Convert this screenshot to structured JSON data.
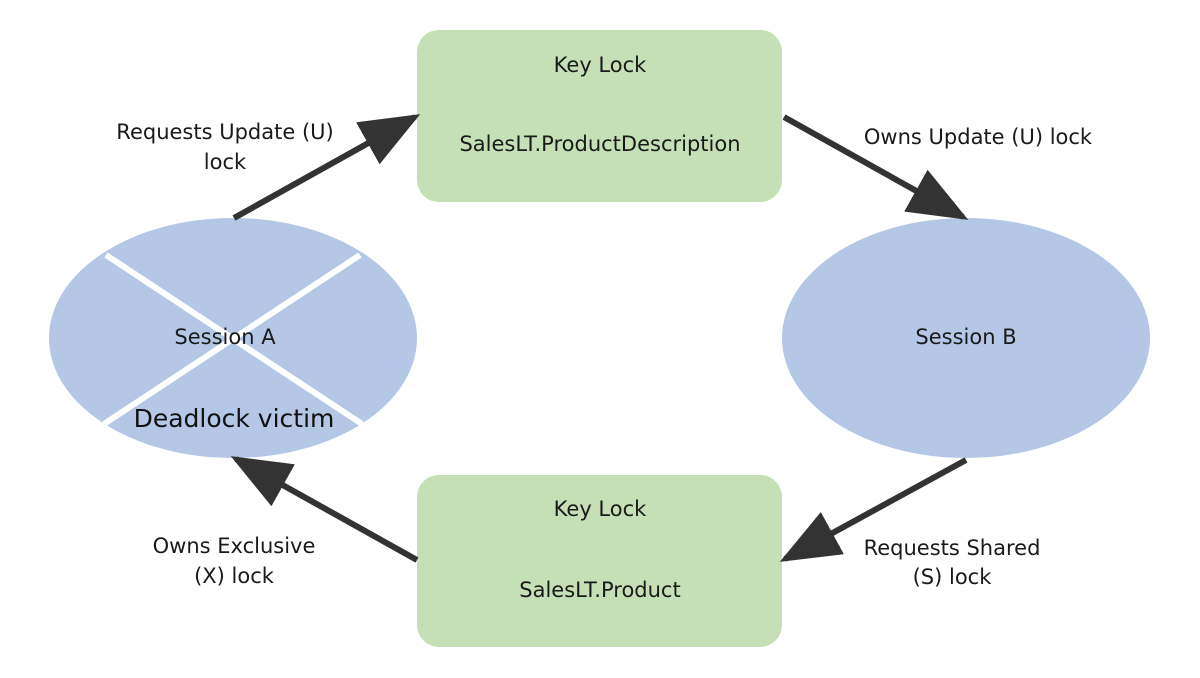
{
  "colors": {
    "lock_fill": "#c5e0b4",
    "session_fill": "#b4c7e7",
    "arrow": "#333333",
    "victim_cross": "#ffffff",
    "text": "#1a1a1a"
  },
  "locks": {
    "top": {
      "title": "Key Lock",
      "resource": "SalesLT.ProductDescription"
    },
    "bottom": {
      "title": "Key Lock",
      "resource": "SalesLT.Product"
    }
  },
  "sessions": {
    "a": {
      "label": "Session A",
      "status": "Deadlock victim"
    },
    "b": {
      "label": "Session B"
    }
  },
  "edges": {
    "a_to_top": {
      "line1": "Requests Update (U)",
      "line2": "lock"
    },
    "top_to_b": {
      "line1": "Owns Update (U) lock"
    },
    "b_to_bottom": {
      "line1": "Requests Shared",
      "line2": "(S) lock"
    },
    "bottom_to_a": {
      "line1": "Owns Exclusive",
      "line2": "(X) lock"
    }
  }
}
